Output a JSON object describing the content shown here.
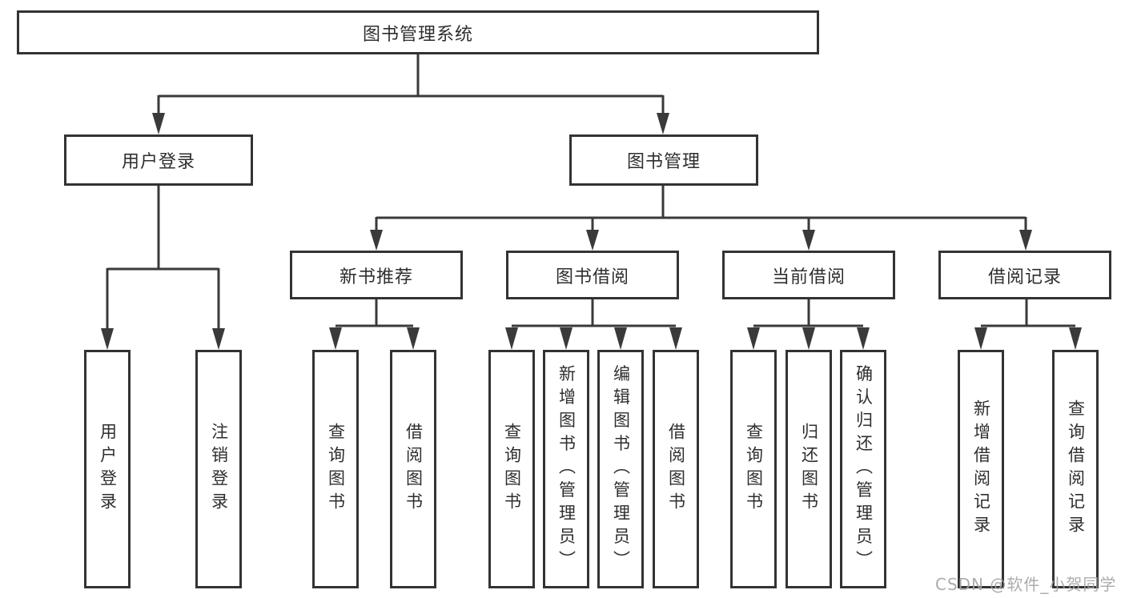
{
  "tree": {
    "root": {
      "label": "图书管理系统"
    },
    "branches": [
      {
        "label": "用户登录",
        "children": [
          {
            "label": "用户登录"
          },
          {
            "label": "注销登录"
          }
        ]
      },
      {
        "label": "图书管理",
        "children": [
          {
            "label": "新书推荐",
            "children": [
              {
                "label": "查询图书"
              },
              {
                "label": "借阅图书"
              }
            ]
          },
          {
            "label": "图书借阅",
            "children": [
              {
                "label": "查询图书"
              },
              {
                "label": "新增图书（管理员）"
              },
              {
                "label": "编辑图书（管理员）"
              },
              {
                "label": "借阅图书"
              }
            ]
          },
          {
            "label": "当前借阅",
            "children": [
              {
                "label": "查询图书"
              },
              {
                "label": "归还图书"
              },
              {
                "label": "确认归还（管理员）"
              }
            ]
          },
          {
            "label": "借阅记录",
            "children": [
              {
                "label": "新增借阅记录"
              },
              {
                "label": "查询借阅记录"
              }
            ]
          }
        ]
      }
    ]
  },
  "watermark": {
    "text": "CSDN @软件_小贺同学"
  },
  "colors": {
    "line": "#3a3a3a",
    "border": "#333333",
    "text": "#2e2e2e",
    "watermark": "#a3a3a3"
  }
}
